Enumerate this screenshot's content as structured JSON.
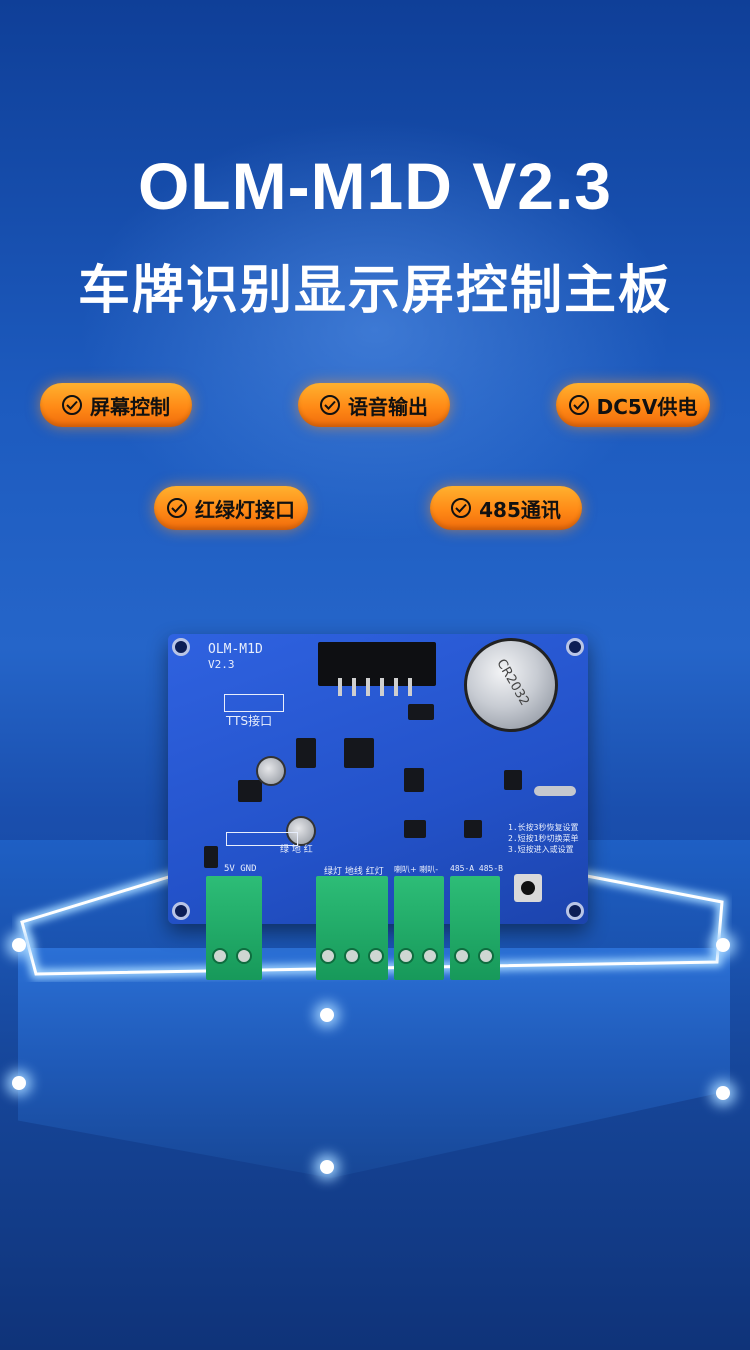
{
  "header": {
    "title_line1": "OLM-M1D V2.3",
    "title_line2": "车牌识别显示屏控制主板"
  },
  "features": [
    {
      "label": "屏幕控制",
      "icon": "check-circle-icon"
    },
    {
      "label": "语音输出",
      "icon": "check-circle-icon"
    },
    {
      "label": "DC5V供电",
      "icon": "check-circle-icon"
    },
    {
      "label": "红绿灯接口",
      "icon": "check-circle-icon"
    },
    {
      "label": "485通讯",
      "icon": "check-circle-icon"
    }
  ],
  "board": {
    "name": "OLM-M1D",
    "version": "V2.3",
    "tts_label": "TTS接口",
    "battery_text": "CR2032",
    "terminal_labels": {
      "power": "5V  GND",
      "lights_top": "绿 地 红",
      "lights": "绿灯 地线 红灯",
      "speaker": "喇叭+ 喇叭-",
      "rs485": "485-A 485-B"
    },
    "button_notes": [
      "1.长按3秒恢复设置",
      "2.短按1秒切换菜单",
      "3.短按进入或设置"
    ]
  },
  "colors": {
    "accent_orange": "#ff8a16",
    "background_blue": "#1d5bbf",
    "pcb_blue": "#2352c9",
    "terminal_green": "#17995a"
  }
}
